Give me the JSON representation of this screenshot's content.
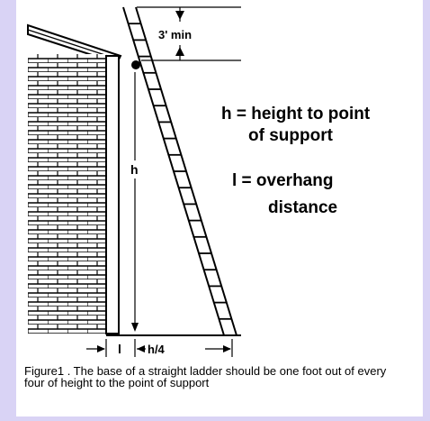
{
  "diagram": {
    "labels": {
      "min_clearance": "3' min",
      "height": "h",
      "overhang": "l",
      "base_offset": "h/4"
    },
    "legend": {
      "height_line1": "h = height to point",
      "height_line2": "of support",
      "overhang_line1": "l = overhang",
      "overhang_line2": "distance"
    }
  },
  "caption": "Figure1 . The base of a straight ladder should be one foot out of every four of height to the point of support"
}
